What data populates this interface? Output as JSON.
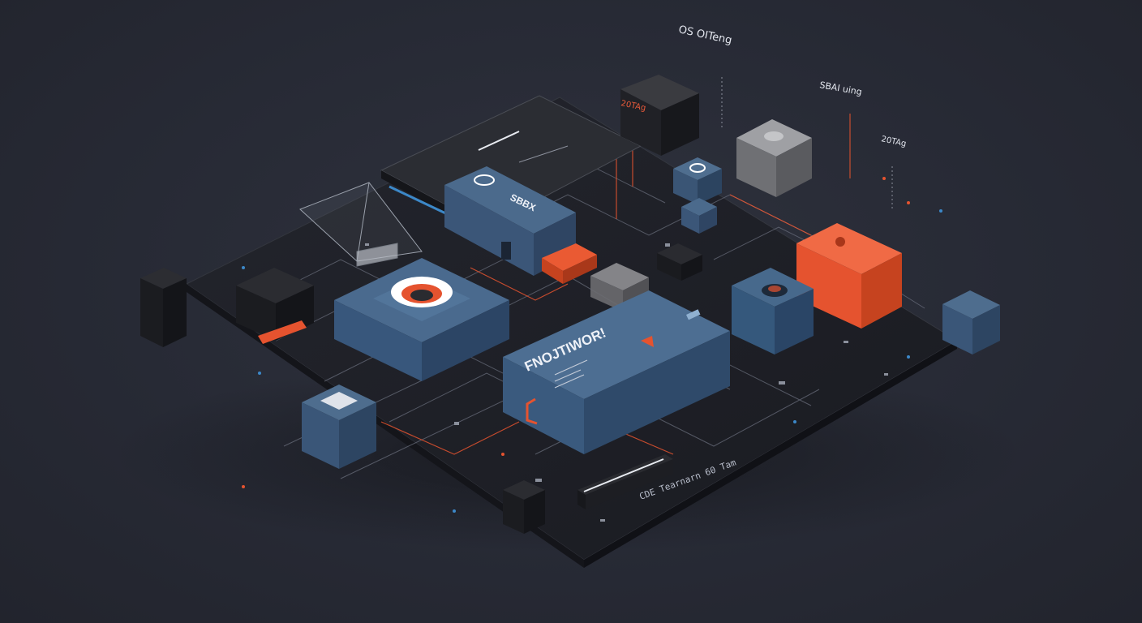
{
  "labels": {
    "top_center": "OS OITeng",
    "top_right": "SBAI uing",
    "right_small": "20TAg",
    "orange_tag": "20TAg",
    "module_text": "SBBX",
    "main_block": "FNOJTIWOR!",
    "bottom_caption": "CDE Tearnarn 60 Tam"
  },
  "colors": {
    "background": "#272a35",
    "board": "#1c1e25",
    "blue_block": "#3d5a7a",
    "dark_block": "#1e1f25",
    "orange": "#e5532f",
    "grey_block": "#8e8f93"
  }
}
